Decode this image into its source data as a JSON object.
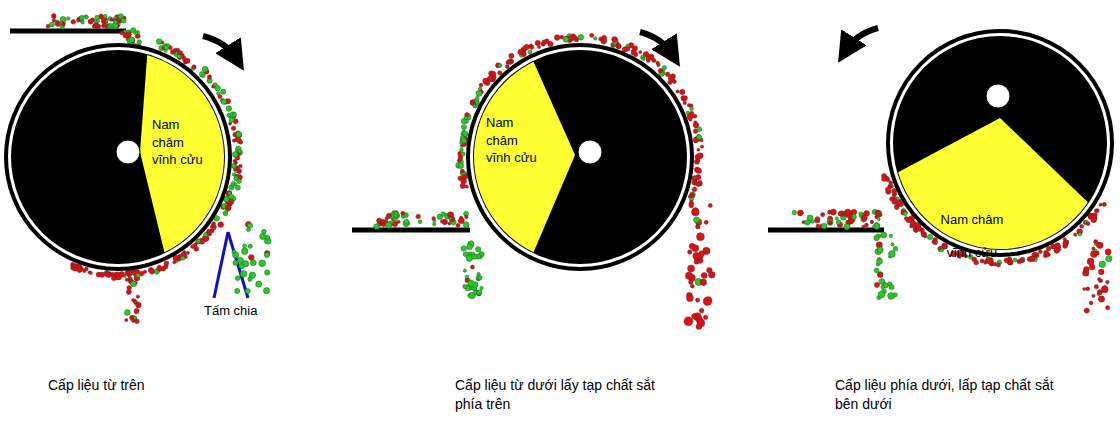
{
  "diagram": {
    "nodes": [
      {
        "text": [
          "Nam châm vĩnh cửu"
        ]
      },
      {
        "text": [
          "Nam châm vĩnh cửu"
        ]
      },
      {
        "text": [
          "Nam châm vĩnh cửu"
        ]
      }
    ],
    "labels": [
      "Tấm chia",
      "Cấp liệu từ trên",
      "Cấp liệu từ dưới lấy tạp chất sắt phía trên",
      "Cấp liệu phía dưới, lấp tạp chất sắt bên dưới"
    ]
  }
}
